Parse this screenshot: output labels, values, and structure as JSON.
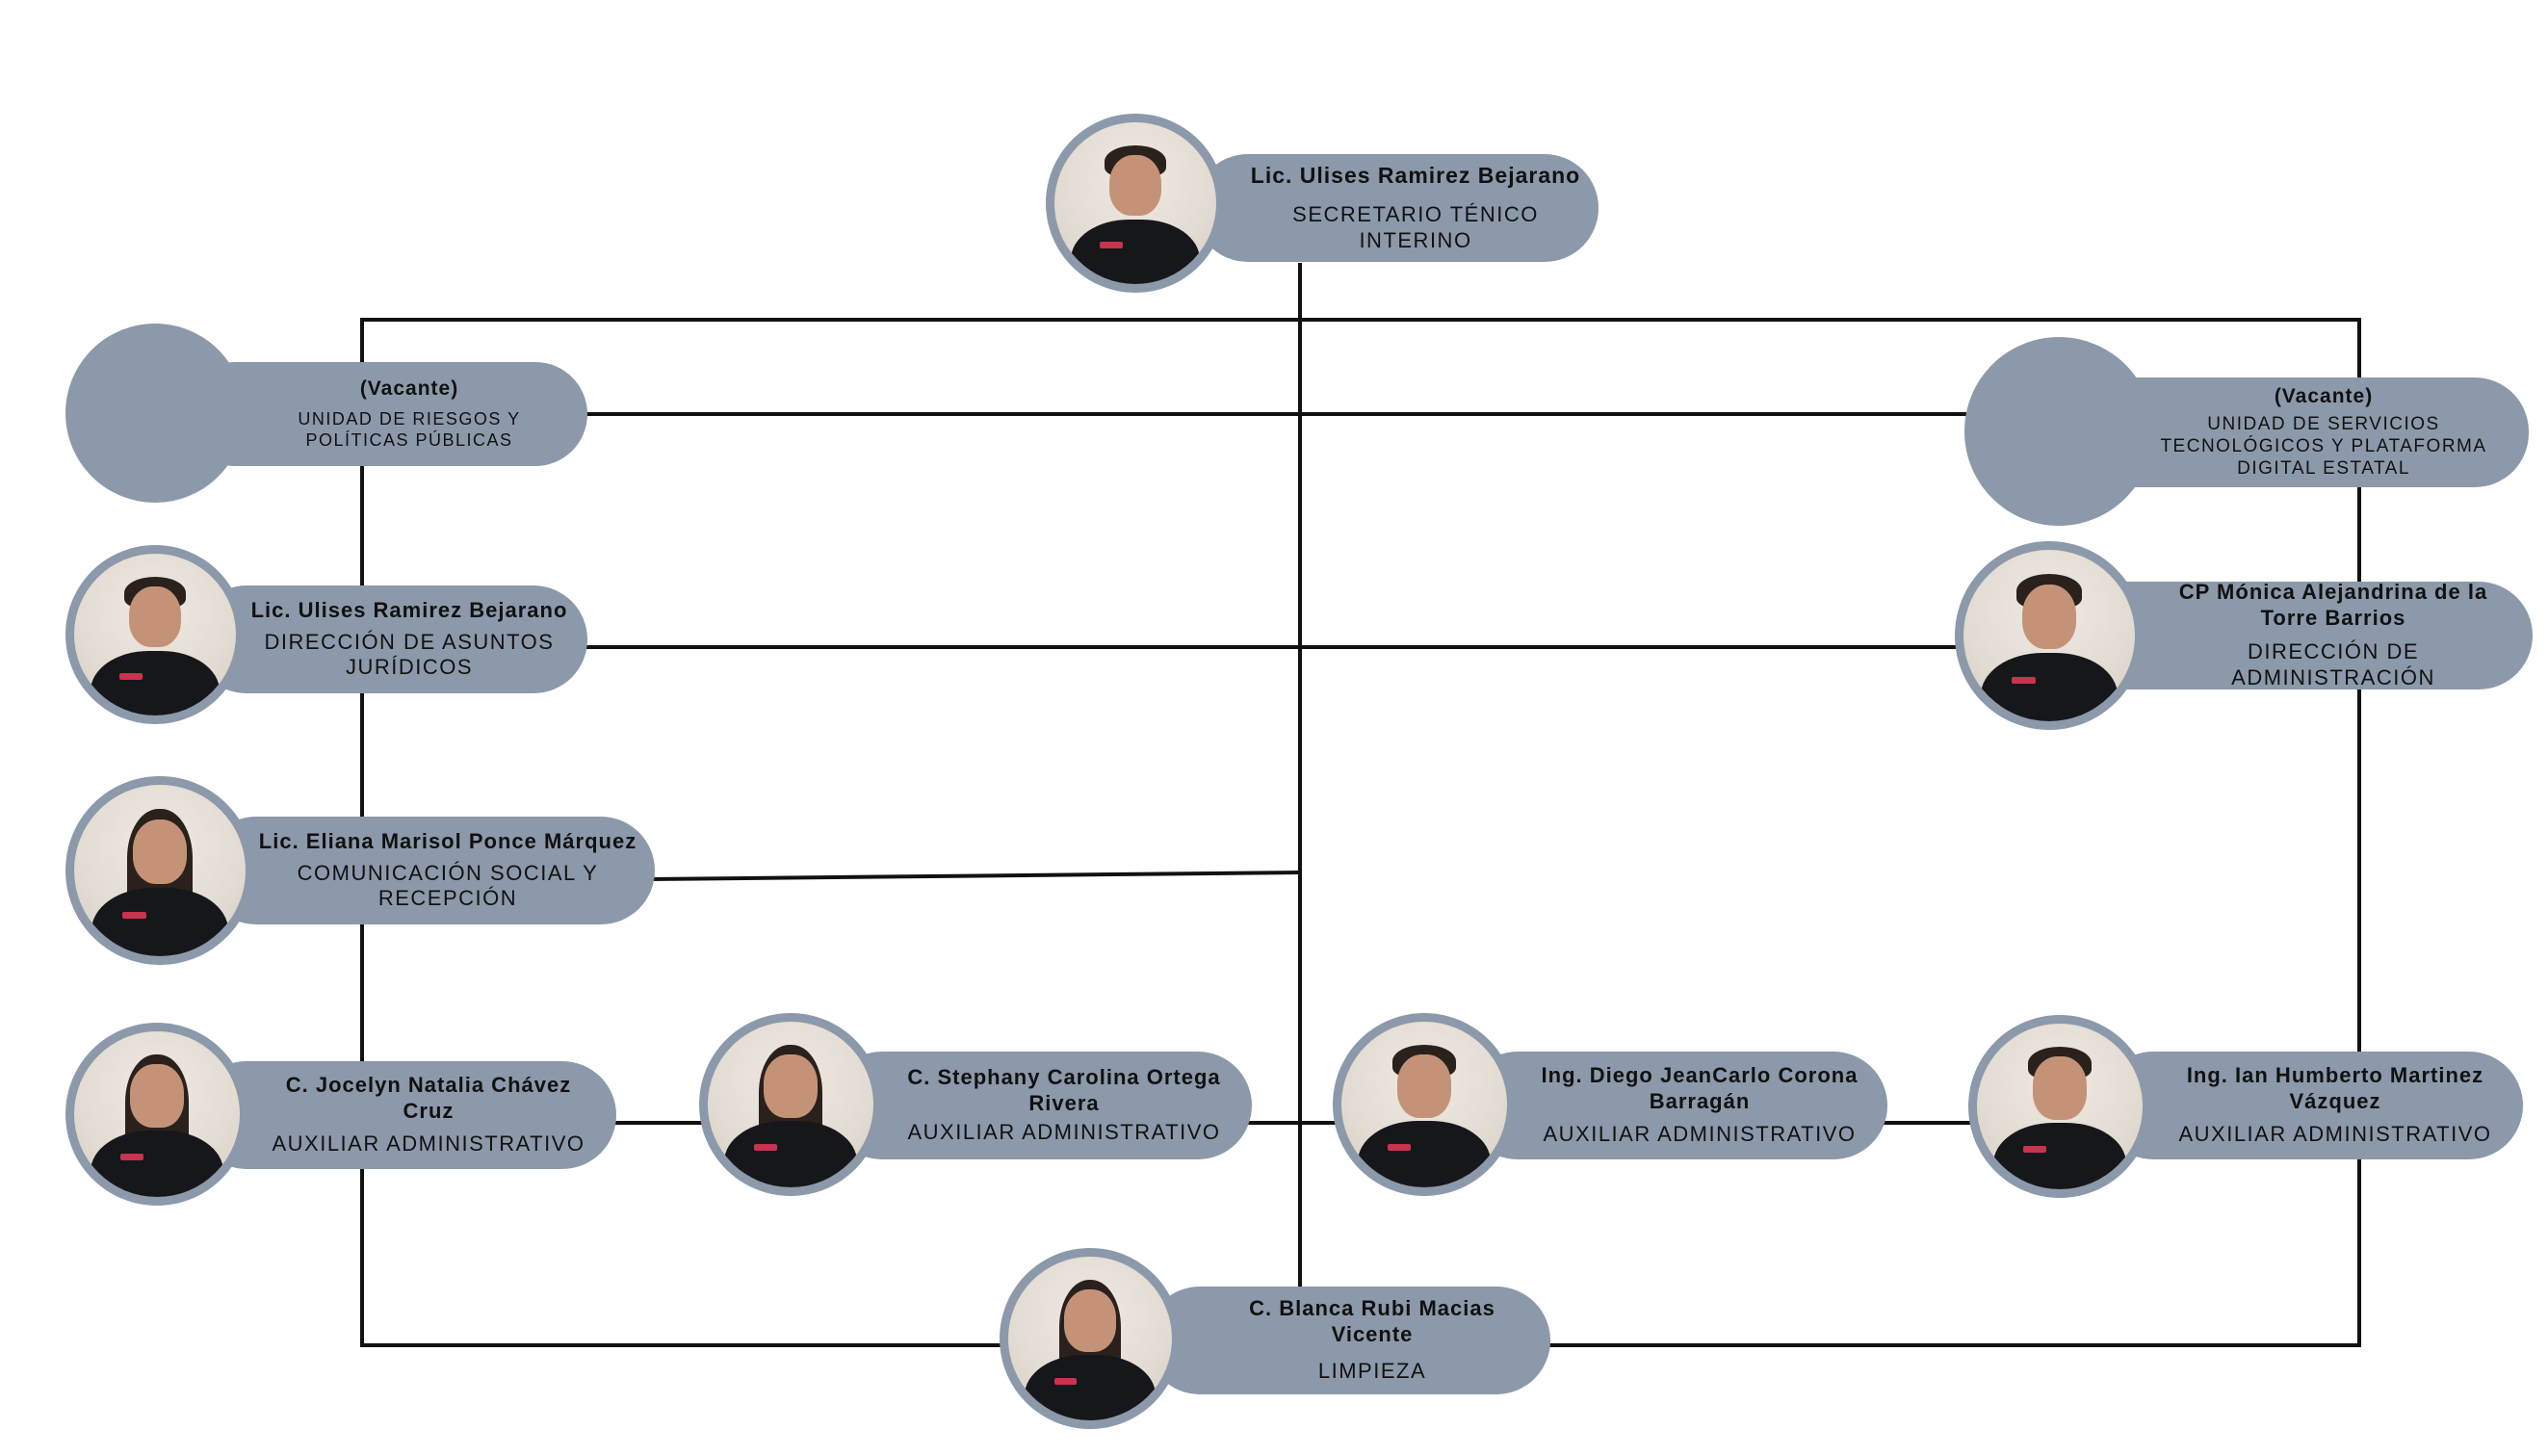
{
  "colors": {
    "pill": "#8c99aa",
    "line": "#111111"
  },
  "head": {
    "name": "Lic. Ulises Ramirez Bejarano",
    "role": "SECRETARIO TÉNICO INTERINO",
    "icon": "person-photo"
  },
  "units": [
    {
      "name": "(Vacante)",
      "role": "UNIDAD DE RIESGOS Y POLÍTICAS PÚBLICAS",
      "photo": false
    },
    {
      "name": "(Vacante)",
      "role": "UNIDAD DE SERVICIOS TECNOLÓGICOS Y PLATAFORMA DIGITAL ESTATAL",
      "photo": false
    },
    {
      "name": "Lic. Ulises Ramirez Bejarano",
      "role": "DIRECCIÓN DE ASUNTOS JURÍDICOS",
      "photo": true
    },
    {
      "name": "CP Mónica Alejandrina de la Torre Barrios",
      "role": "DIRECCIÓN DE ADMINISTRACIÓN",
      "photo": true
    },
    {
      "name": "Lic. Eliana Marisol Ponce Márquez",
      "role": "COMUNICACIÓN SOCIAL Y RECEPCIÓN",
      "photo": true
    }
  ],
  "staff": [
    {
      "name": "C. Jocelyn Natalia Chávez Cruz",
      "role": "AUXILIAR ADMINISTRATIVO",
      "photo": true
    },
    {
      "name": "C. Stephany Carolina Ortega Rivera",
      "role": "AUXILIAR ADMINISTRATIVO",
      "photo": true
    },
    {
      "name": "Ing. Diego JeanCarlo Corona Barragán",
      "role": "AUXILIAR ADMINISTRATIVO",
      "photo": true
    },
    {
      "name": "Ing. Ian Humberto Martinez Vázquez",
      "role": "AUXILIAR ADMINISTRATIVO",
      "photo": true
    }
  ],
  "cleaning": {
    "name": "C. Blanca Rubi Macias Vicente",
    "role": "LIMPIEZA",
    "photo": true
  }
}
